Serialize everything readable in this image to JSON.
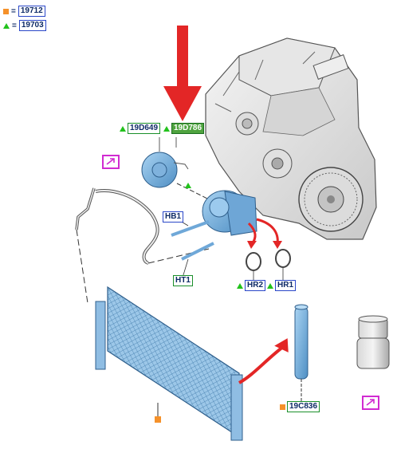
{
  "legend": [
    {
      "marker": "orange-square",
      "code": "19712",
      "color": "#f5912a"
    },
    {
      "marker": "green-triangle",
      "code": "19703",
      "color": "#22c21c"
    }
  ],
  "callouts": {
    "compressor_clutch": "19D649",
    "clutch_pulley": "19D786",
    "hose_bracket": "HB1",
    "hose_tube": "HT1",
    "o_ring_2": "HR2",
    "o_ring_1": "HR1",
    "drier_cartridge": "19C836"
  },
  "colors": {
    "accent_arrow": "#e32626",
    "component_blue": "#6fa8d8",
    "link_box": "#d12bd1",
    "tag_green": "#1a8f2a",
    "tag_blue": "#2a47c8"
  }
}
